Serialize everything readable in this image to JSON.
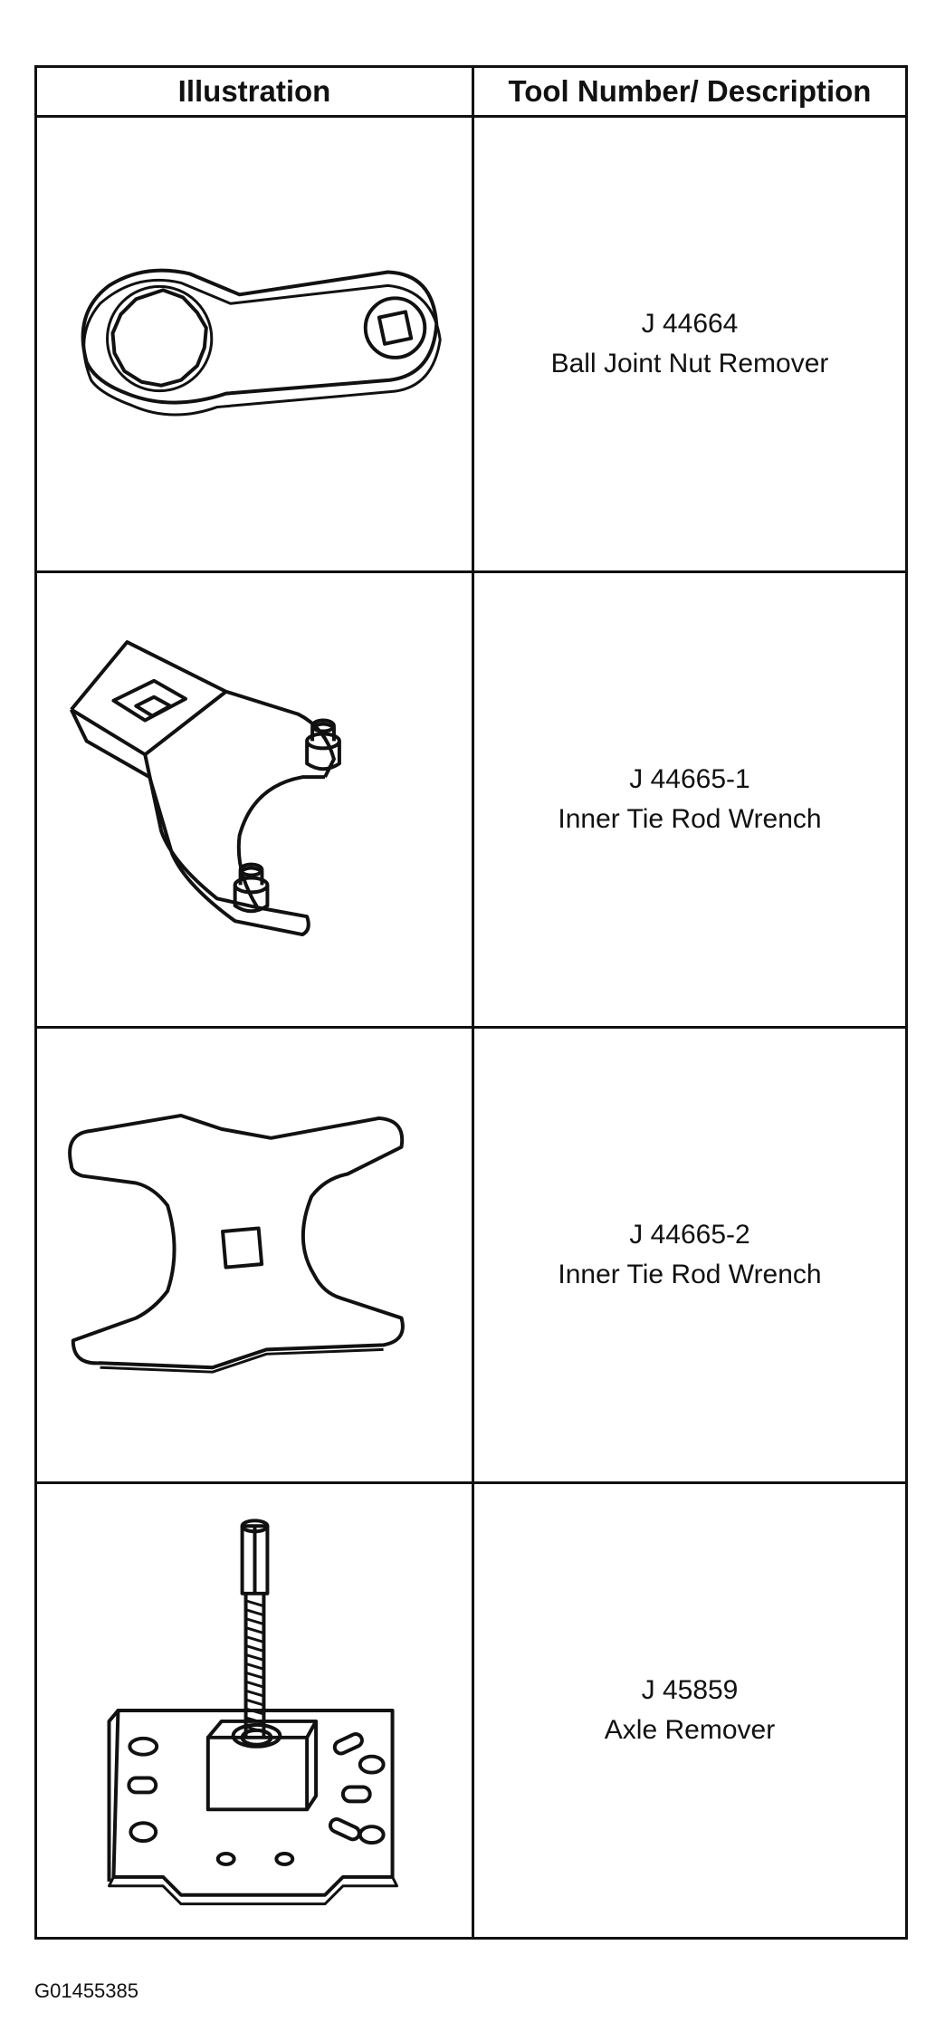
{
  "table": {
    "headers": {
      "illustration": "Illustration",
      "description": "Tool Number/ Description"
    },
    "rows": [
      {
        "icon": "ball-joint-nut-remover-icon",
        "tool_number": "J 44664",
        "description": "Ball Joint Nut Remover"
      },
      {
        "icon": "inner-tie-rod-wrench-icon",
        "tool_number": "J 44665-1",
        "description": "Inner Tie Rod Wrench"
      },
      {
        "icon": "inner-tie-rod-wrench-flat-icon",
        "tool_number": "J 44665-2",
        "description": "Inner Tie Rod Wrench"
      },
      {
        "icon": "axle-remover-icon",
        "tool_number": "J 45859",
        "description": "Axle Remover"
      }
    ]
  },
  "figure_id": "G01455385"
}
